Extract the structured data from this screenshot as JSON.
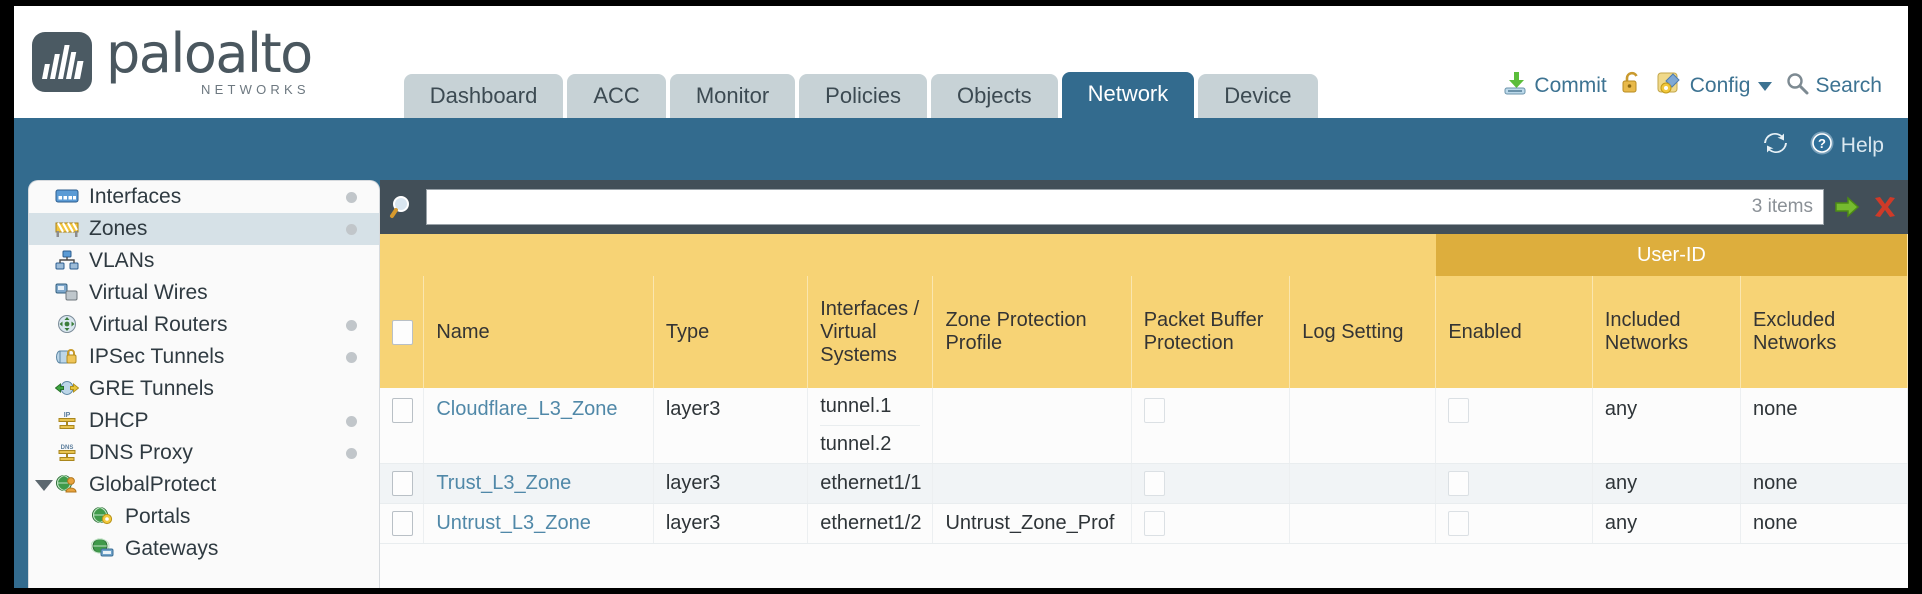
{
  "brand": {
    "name": "paloalto",
    "tagline": "NETWORKS",
    "logo_icon": "paloalto-logo-icon"
  },
  "nav": {
    "tabs": [
      {
        "label": "Dashboard",
        "active": false
      },
      {
        "label": "ACC",
        "active": false
      },
      {
        "label": "Monitor",
        "active": false
      },
      {
        "label": "Policies",
        "active": false
      },
      {
        "label": "Objects",
        "active": false
      },
      {
        "label": "Network",
        "active": true
      },
      {
        "label": "Device",
        "active": false
      }
    ]
  },
  "header_actions": {
    "commit": "Commit",
    "lock_icon": "padlock-icon",
    "config": "Config",
    "search": "Search"
  },
  "toolbar": {
    "refresh_icon": "refresh-icon",
    "help": "Help"
  },
  "sidebar": {
    "items": [
      {
        "label": "Interfaces",
        "icon": "interfaces-icon",
        "dot": true,
        "selected": false,
        "child": false,
        "expander": false
      },
      {
        "label": "Zones",
        "icon": "zones-icon",
        "dot": true,
        "selected": true,
        "child": false,
        "expander": false
      },
      {
        "label": "VLANs",
        "icon": "vlans-icon",
        "dot": false,
        "selected": false,
        "child": false,
        "expander": false
      },
      {
        "label": "Virtual Wires",
        "icon": "virtual-wires-icon",
        "dot": false,
        "selected": false,
        "child": false,
        "expander": false
      },
      {
        "label": "Virtual Routers",
        "icon": "virtual-routers-icon",
        "dot": true,
        "selected": false,
        "child": false,
        "expander": false
      },
      {
        "label": "IPSec Tunnels",
        "icon": "ipsec-tunnels-icon",
        "dot": true,
        "selected": false,
        "child": false,
        "expander": false
      },
      {
        "label": "GRE Tunnels",
        "icon": "gre-tunnels-icon",
        "dot": false,
        "selected": false,
        "child": false,
        "expander": false
      },
      {
        "label": "DHCP",
        "icon": "dhcp-icon",
        "dot": true,
        "selected": false,
        "child": false,
        "expander": false
      },
      {
        "label": "DNS Proxy",
        "icon": "dns-proxy-icon",
        "dot": true,
        "selected": false,
        "child": false,
        "expander": false
      },
      {
        "label": "GlobalProtect",
        "icon": "globalprotect-icon",
        "dot": false,
        "selected": false,
        "child": false,
        "expander": true
      },
      {
        "label": "Portals",
        "icon": "portals-icon",
        "dot": false,
        "selected": false,
        "child": true,
        "expander": false
      },
      {
        "label": "Gateways",
        "icon": "gateways-icon",
        "dot": false,
        "selected": false,
        "child": true,
        "expander": false
      }
    ]
  },
  "search": {
    "value": "",
    "placeholder": "",
    "item_count": "3 items",
    "apply_icon": "green-arrow-apply-icon",
    "clear_icon": "red-x-clear-icon",
    "magnifier_icon": "magnifier-icon"
  },
  "table": {
    "group_header": "User-ID",
    "columns": [
      "Name",
      "Type",
      "Interfaces / Virtual Systems",
      "Zone Protection Profile",
      "Packet Buffer Protection",
      "Log Setting",
      "Enabled",
      "Included Networks",
      "Excluded Networks"
    ],
    "rows": [
      {
        "selected": false,
        "name": "Cloudflare_L3_Zone",
        "type": "layer3",
        "interfaces": [
          "tunnel.1",
          "tunnel.2"
        ],
        "zone_protection_profile": "",
        "packet_buffer_protection": false,
        "log_setting": "",
        "userid_enabled": false,
        "included_networks": "any",
        "excluded_networks": "none"
      },
      {
        "selected": false,
        "name": "Trust_L3_Zone",
        "type": "layer3",
        "interfaces": [
          "ethernet1/1"
        ],
        "zone_protection_profile": "",
        "packet_buffer_protection": false,
        "log_setting": "",
        "userid_enabled": false,
        "included_networks": "any",
        "excluded_networks": "none"
      },
      {
        "selected": false,
        "name": "Untrust_L3_Zone",
        "type": "layer3",
        "interfaces": [
          "ethernet1/2"
        ],
        "zone_protection_profile": "Untrust_Zone_Prof",
        "packet_buffer_protection": false,
        "log_setting": "",
        "userid_enabled": false,
        "included_networks": "any",
        "excluded_networks": "none"
      }
    ]
  },
  "colors": {
    "brand_blue": "#336b8e",
    "header_gold": "#f7d375",
    "group_gold": "#ddae3d",
    "link_blue": "#5088a8",
    "search_bar": "#424f58"
  }
}
